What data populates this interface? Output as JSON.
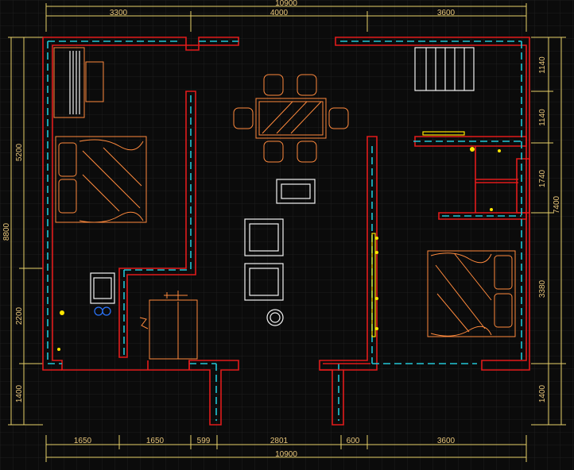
{
  "drawing": {
    "dimensions_top": {
      "overall": "10900",
      "segments": [
        "3300",
        "4000",
        "3600"
      ]
    },
    "dimensions_bottom": {
      "overall": "10900",
      "segments": [
        "1650",
        "1650",
        "599",
        "2801",
        "600",
        "3600"
      ]
    },
    "dimensions_left": {
      "overall": "8800",
      "segments": [
        "5200",
        "2200",
        "1400"
      ]
    },
    "dimensions_right": {
      "overall": "7400",
      "segments": [
        "1140",
        "1140",
        "1740",
        "3380",
        "1400"
      ]
    }
  },
  "colors": {
    "background": "#0b0b0b",
    "grid": "#1e1e1e",
    "dimension": "#e7d06a",
    "wall_outer": "#e21b1b",
    "wall_inner": "#22c6d6",
    "furniture": "#ff8a3d",
    "fixture": "#f2f2f2",
    "accent": "#ffe600",
    "blue": "#2b76ff"
  }
}
